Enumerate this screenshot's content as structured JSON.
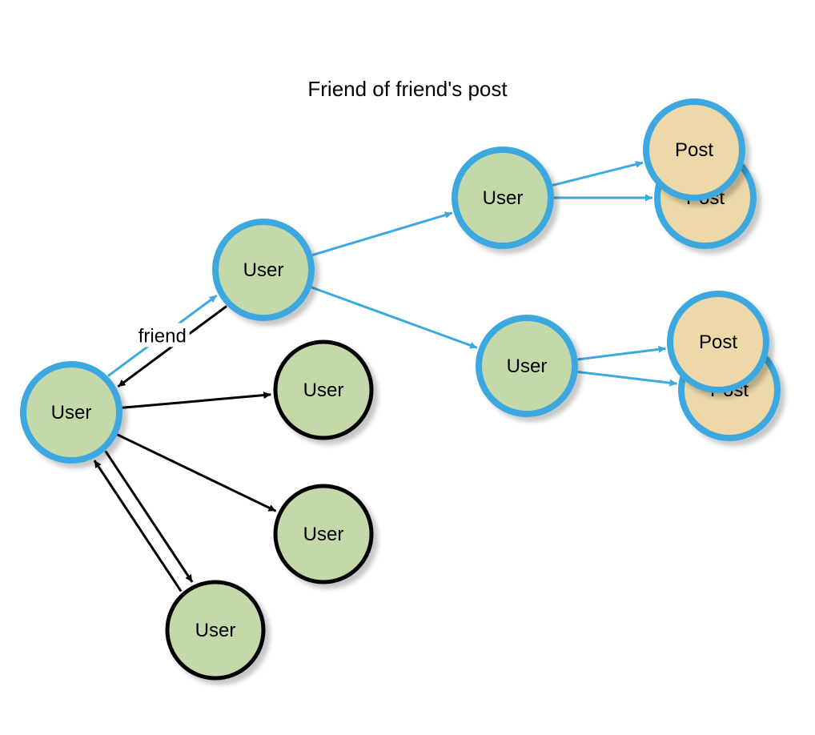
{
  "title": "Friend of friend's post",
  "colors": {
    "user_fill": "#c3d9a9",
    "post_fill": "#ecd8a8",
    "highlight_stroke": "#3da8e0",
    "normal_stroke": "#000000",
    "highlight_edge": "#3da8e0",
    "normal_edge": "#000000"
  },
  "nodes": [
    {
      "id": "u0",
      "kind": "user",
      "label": "User",
      "highlighted": true
    },
    {
      "id": "u1",
      "kind": "user",
      "label": "User",
      "highlighted": true
    },
    {
      "id": "u2",
      "kind": "user",
      "label": "User",
      "highlighted": false
    },
    {
      "id": "u3",
      "kind": "user",
      "label": "User",
      "highlighted": false
    },
    {
      "id": "u4",
      "kind": "user",
      "label": "User",
      "highlighted": false
    },
    {
      "id": "u5",
      "kind": "user",
      "label": "User",
      "highlighted": true
    },
    {
      "id": "u6",
      "kind": "user",
      "label": "User",
      "highlighted": true
    },
    {
      "id": "p1b",
      "kind": "post",
      "label": "Post",
      "highlighted": true
    },
    {
      "id": "p1a",
      "kind": "post",
      "label": "Post",
      "highlighted": true
    },
    {
      "id": "p2b",
      "kind": "post",
      "label": "Post",
      "highlighted": true
    },
    {
      "id": "p2a",
      "kind": "post",
      "label": "Post",
      "highlighted": true
    }
  ],
  "edges": [
    {
      "from": "u0",
      "to": "u1",
      "label": "friend",
      "highlighted": true
    },
    {
      "from": "u1",
      "to": "u0",
      "label": "",
      "highlighted": false
    },
    {
      "from": "u0",
      "to": "u2",
      "label": "",
      "highlighted": false
    },
    {
      "from": "u0",
      "to": "u3",
      "label": "",
      "highlighted": false
    },
    {
      "from": "u0",
      "to": "u4",
      "label": "",
      "highlighted": false
    },
    {
      "from": "u4",
      "to": "u0",
      "label": "",
      "highlighted": false
    },
    {
      "from": "u1",
      "to": "u5",
      "label": "",
      "highlighted": true
    },
    {
      "from": "u1",
      "to": "u6",
      "label": "",
      "highlighted": true
    },
    {
      "from": "u5",
      "to": "p1a",
      "label": "",
      "highlighted": true
    },
    {
      "from": "u5",
      "to": "p1b",
      "label": "",
      "highlighted": true
    },
    {
      "from": "u6",
      "to": "p2a",
      "label": "",
      "highlighted": true
    },
    {
      "from": "u6",
      "to": "p2b",
      "label": "",
      "highlighted": true
    }
  ]
}
